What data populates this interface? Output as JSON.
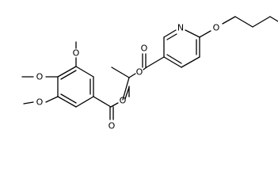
{
  "molecule": {
    "atom_labels": {
      "o_ome1": "O",
      "o_ome2": "O",
      "o_ome3": "O",
      "o_ester1_carbonyl": "O",
      "o_ester1_link": "O",
      "o_ester2_link": "O",
      "o_ester2_carbonyl": "O",
      "n_pyridine": "N",
      "o_butoxy": "O"
    }
  }
}
